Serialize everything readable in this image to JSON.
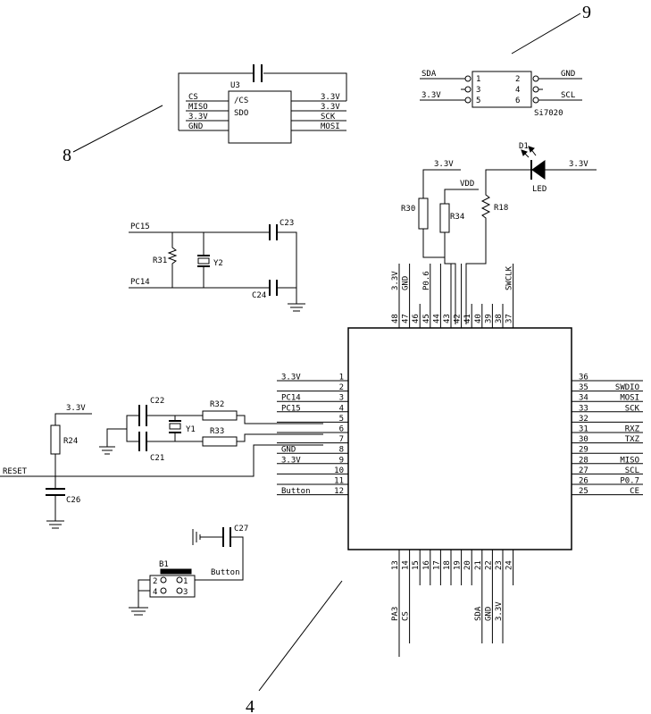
{
  "callouts": {
    "c8": "8",
    "c9": "9",
    "c4": "4"
  },
  "u3": {
    "ref": "U3",
    "inner_cs": "/CS",
    "inner_sdo": "SDO",
    "left_pins": [
      "CS",
      "MISO",
      "3.3V",
      "GND"
    ],
    "right_pins": [
      "3.3V",
      "3.3V",
      "SCK",
      "MOSI"
    ]
  },
  "si7020": {
    "part": "Si7020",
    "left_labels": [
      "SDA",
      "",
      "3.3V"
    ],
    "left_numbers": [
      "1",
      "3",
      "5"
    ],
    "right_numbers": [
      "2",
      "4",
      "6"
    ],
    "right_labels": [
      "GND",
      "",
      "SCL"
    ]
  },
  "led": {
    "ref": "D1",
    "label": "LED",
    "supply": "3.3V"
  },
  "top_resistors": {
    "r30": "R30",
    "r34": "R34",
    "r18": "R18",
    "supply": "3.3V",
    "vdd": "VDD"
  },
  "osc32k": {
    "pc15": "PC15",
    "pc14": "PC14",
    "r31": "R31",
    "y2": "Y2",
    "c23": "C23",
    "c24": "C24"
  },
  "osc_main": {
    "c22": "C22",
    "c21": "C21",
    "y1": "Y1",
    "r32": "R32",
    "r33": "R33"
  },
  "reset": {
    "supply": "3.3V",
    "r24": "R24",
    "net": "RESET",
    "c26": "C26"
  },
  "button": {
    "ref": "B1",
    "c27": "C27",
    "net": "Button",
    "p1": "1",
    "p2": "2",
    "p3": "3",
    "p4": "4"
  },
  "mcu": {
    "left_pins": [
      {
        "num": "1",
        "label": "3.3V"
      },
      {
        "num": "2",
        "label": ""
      },
      {
        "num": "3",
        "label": "PC14"
      },
      {
        "num": "4",
        "label": "PC15"
      },
      {
        "num": "5",
        "label": ""
      },
      {
        "num": "6",
        "label": ""
      },
      {
        "num": "7",
        "label": ""
      },
      {
        "num": "8",
        "label": "GND"
      },
      {
        "num": "9",
        "label": "3.3V"
      },
      {
        "num": "10",
        "label": ""
      },
      {
        "num": "11",
        "label": ""
      },
      {
        "num": "12",
        "label": "Button"
      }
    ],
    "right_pins": [
      {
        "num": "36",
        "label": ""
      },
      {
        "num": "35",
        "label": "SWDIO"
      },
      {
        "num": "34",
        "label": "MOSI"
      },
      {
        "num": "33",
        "label": "SCK"
      },
      {
        "num": "32",
        "label": ""
      },
      {
        "num": "31",
        "label": "RXZ"
      },
      {
        "num": "30",
        "label": "TXZ"
      },
      {
        "num": "29",
        "label": ""
      },
      {
        "num": "28",
        "label": "MISO"
      },
      {
        "num": "27",
        "label": "SCL"
      },
      {
        "num": "26",
        "label": "P0.7"
      },
      {
        "num": "25",
        "label": "CE"
      }
    ],
    "top_pins": [
      {
        "num": "48",
        "label": "3.3V"
      },
      {
        "num": "47",
        "label": "GND"
      },
      {
        "num": "46",
        "label": ""
      },
      {
        "num": "45",
        "label": "P0.6"
      },
      {
        "num": "44",
        "label": ""
      },
      {
        "num": "43",
        "label": ""
      },
      {
        "num": "42",
        "label": ""
      },
      {
        "num": "41",
        "label": ""
      },
      {
        "num": "40",
        "label": ""
      },
      {
        "num": "39",
        "label": ""
      },
      {
        "num": "38",
        "label": ""
      },
      {
        "num": "37",
        "label": "SWCLK"
      }
    ],
    "bottom_pins": [
      {
        "num": "13",
        "label": "PA3"
      },
      {
        "num": "14",
        "label": "CS"
      },
      {
        "num": "15",
        "label": ""
      },
      {
        "num": "16",
        "label": ""
      },
      {
        "num": "17",
        "label": ""
      },
      {
        "num": "18",
        "label": ""
      },
      {
        "num": "19",
        "label": ""
      },
      {
        "num": "20",
        "label": ""
      },
      {
        "num": "21",
        "label": "SDA"
      },
      {
        "num": "22",
        "label": "GND"
      },
      {
        "num": "23",
        "label": "3.3V"
      },
      {
        "num": "24",
        "label": ""
      }
    ]
  }
}
